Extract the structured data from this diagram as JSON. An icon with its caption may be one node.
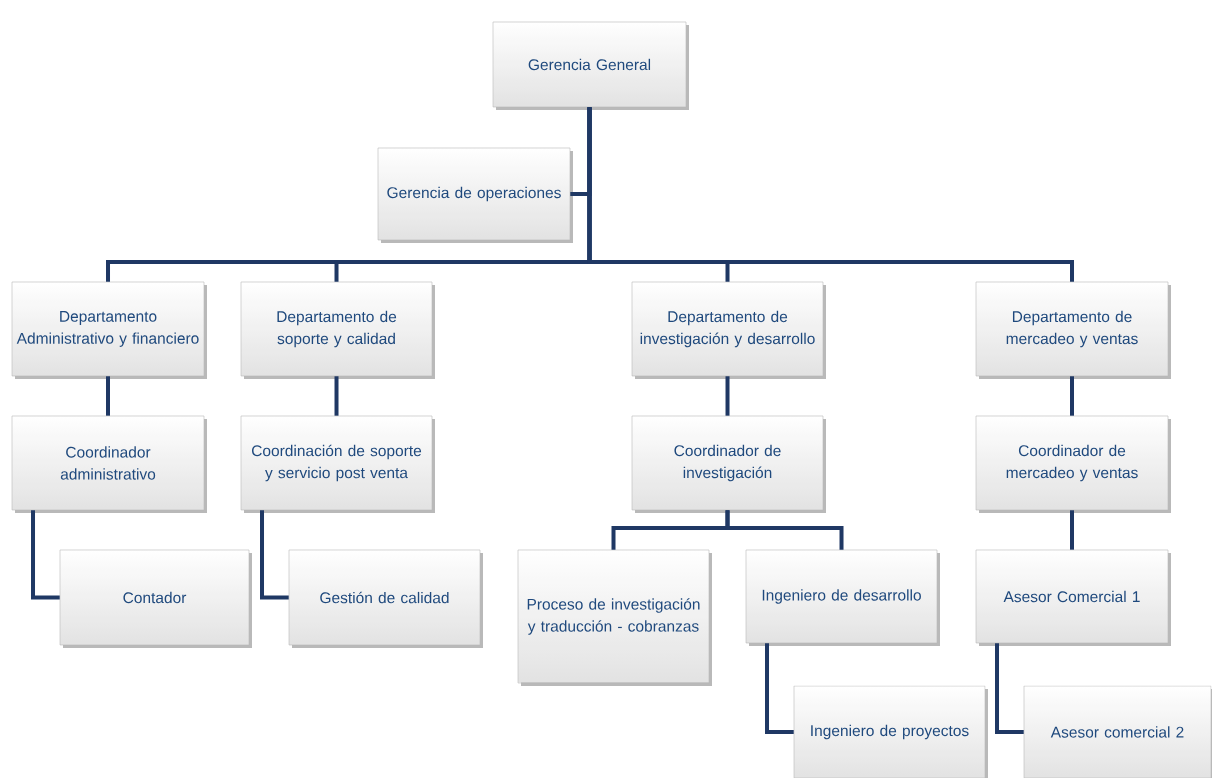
{
  "diagram": {
    "nodes": [
      {
        "text": [
          "Gerencia General"
        ]
      },
      {
        "text": [
          "Gerencia de operaciones"
        ]
      },
      {
        "text": [
          "Departamento Administrativo y financiero"
        ]
      },
      {
        "text": [
          "Departamento de soporte y calidad"
        ]
      },
      {
        "text": [
          "Departamento de investigación y desarrollo"
        ]
      },
      {
        "text": [
          "Departamento de mercadeo y ventas"
        ]
      },
      {
        "text": [
          "Coordinador administrativo"
        ]
      },
      {
        "text": [
          "Coordinación de soporte y servicio post venta"
        ]
      },
      {
        "text": [
          "Coordinador de investigación"
        ]
      },
      {
        "text": [
          "Coordinador de mercadeo y ventas"
        ]
      },
      {
        "text": [
          "Contador"
        ]
      },
      {
        "text": [
          "Gestión de calidad"
        ]
      },
      {
        "text": [
          "Proceso de investigación y traducción - cobranzas"
        ]
      },
      {
        "text": [
          "Ingeniero de desarrollo"
        ]
      },
      {
        "text": [
          "Asesor Comercial 1"
        ]
      },
      {
        "text": [
          "Ingeniero de proyectos"
        ]
      },
      {
        "text": [
          "Asesor comercial 2"
        ]
      }
    ],
    "edges": [
      {
        "from": 0,
        "to": 1,
        "arrow": "none"
      },
      {
        "from": 0,
        "to": 2,
        "arrow": "none"
      },
      {
        "from": 0,
        "to": 3,
        "arrow": "none"
      },
      {
        "from": 0,
        "to": 4,
        "arrow": "none"
      },
      {
        "from": 0,
        "to": 5,
        "arrow": "none"
      },
      {
        "from": 2,
        "to": 6,
        "arrow": "none"
      },
      {
        "from": 3,
        "to": 7,
        "arrow": "none"
      },
      {
        "from": 4,
        "to": 8,
        "arrow": "none"
      },
      {
        "from": 5,
        "to": 9,
        "arrow": "none"
      },
      {
        "from": 6,
        "to": 10,
        "arrow": "none"
      },
      {
        "from": 7,
        "to": 11,
        "arrow": "none"
      },
      {
        "from": 8,
        "to": 12,
        "arrow": "none"
      },
      {
        "from": 8,
        "to": 13,
        "arrow": "none"
      },
      {
        "from": 13,
        "to": 15,
        "arrow": "none"
      },
      {
        "from": 9,
        "to": 14,
        "arrow": "none"
      },
      {
        "from": 14,
        "to": 16,
        "arrow": "none"
      }
    ]
  }
}
